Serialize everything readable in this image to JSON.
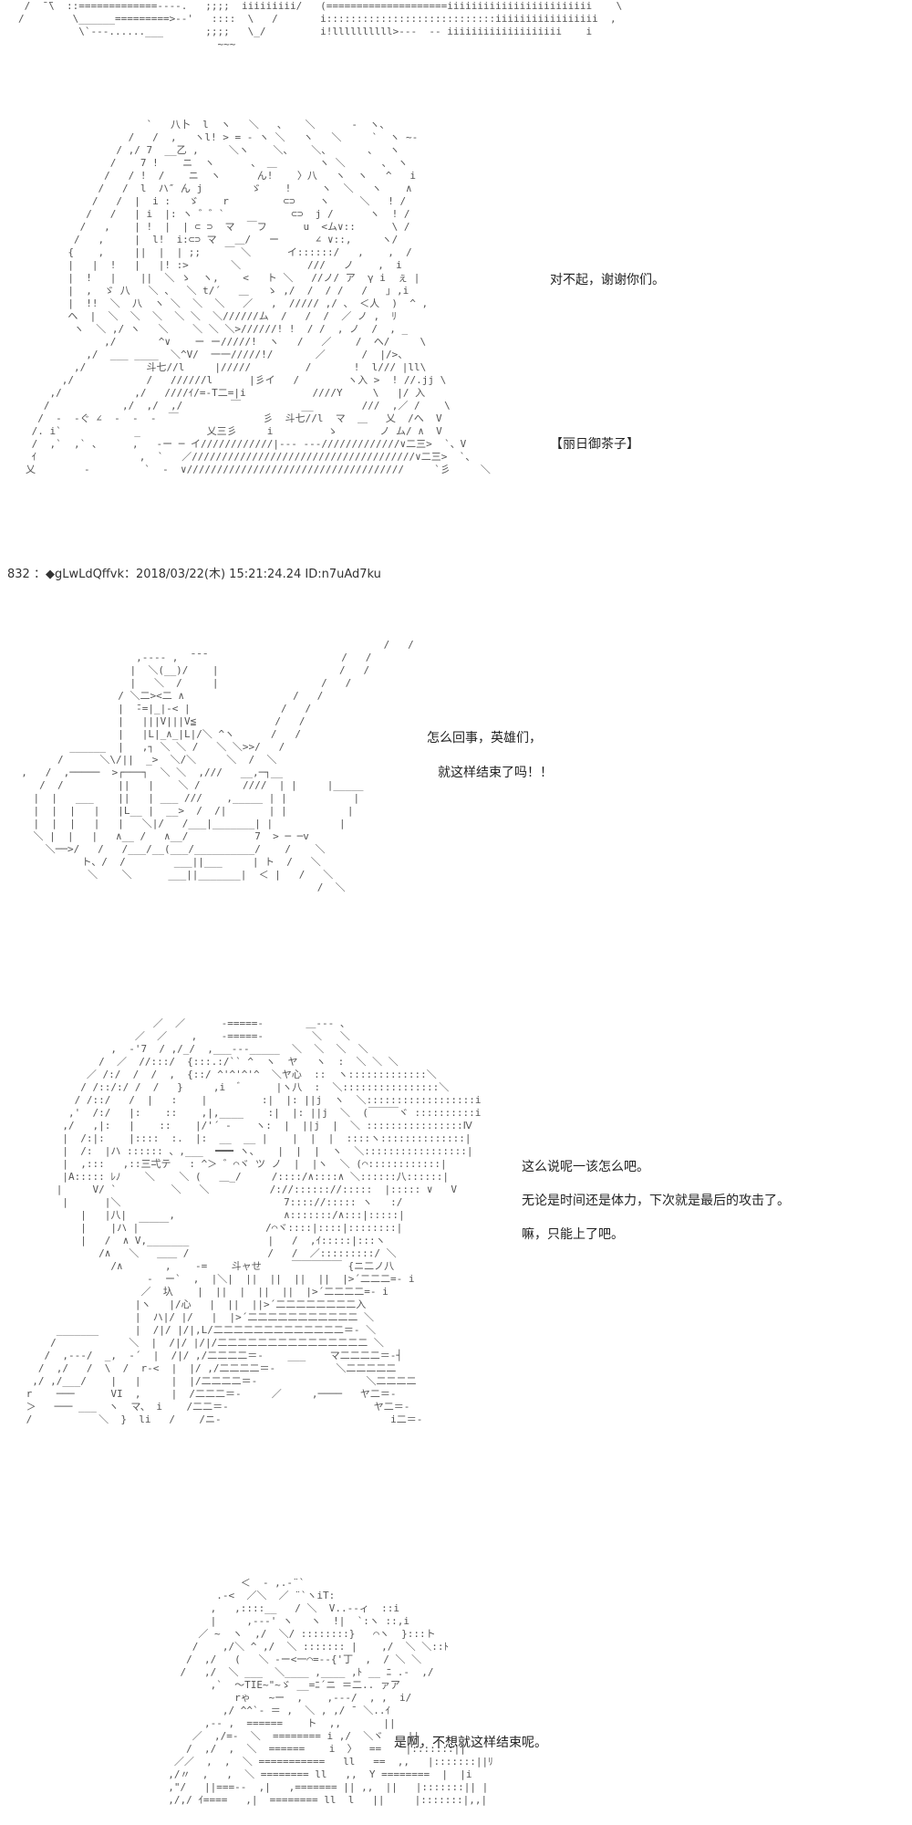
{
  "panels": [
    {
      "id": "panel-0",
      "dialogue": []
    },
    {
      "id": "panel-1",
      "dialogue": [
        "对不起，谢谢你们。"
      ],
      "character_tag": "【丽日御茶子】"
    },
    {
      "id": "panel-2",
      "dialogue": [
        "怎么回事，英雄们，",
        "就这样结束了吗！！"
      ]
    },
    {
      "id": "panel-3",
      "dialogue": [
        "这么说呢一该怎么吧。",
        "无论是时间还是体力，下次就是最后的攻击了。",
        "嘛，只能上了吧。"
      ]
    },
    {
      "id": "panel-4",
      "dialogue": [
        "是啊，不想就这样结束呢。"
      ]
    }
  ],
  "post_header": "832 ：◆gLwLdQffvk：2018/03/22(木) 15:21:24.24 ID:n7uAd7ku"
}
